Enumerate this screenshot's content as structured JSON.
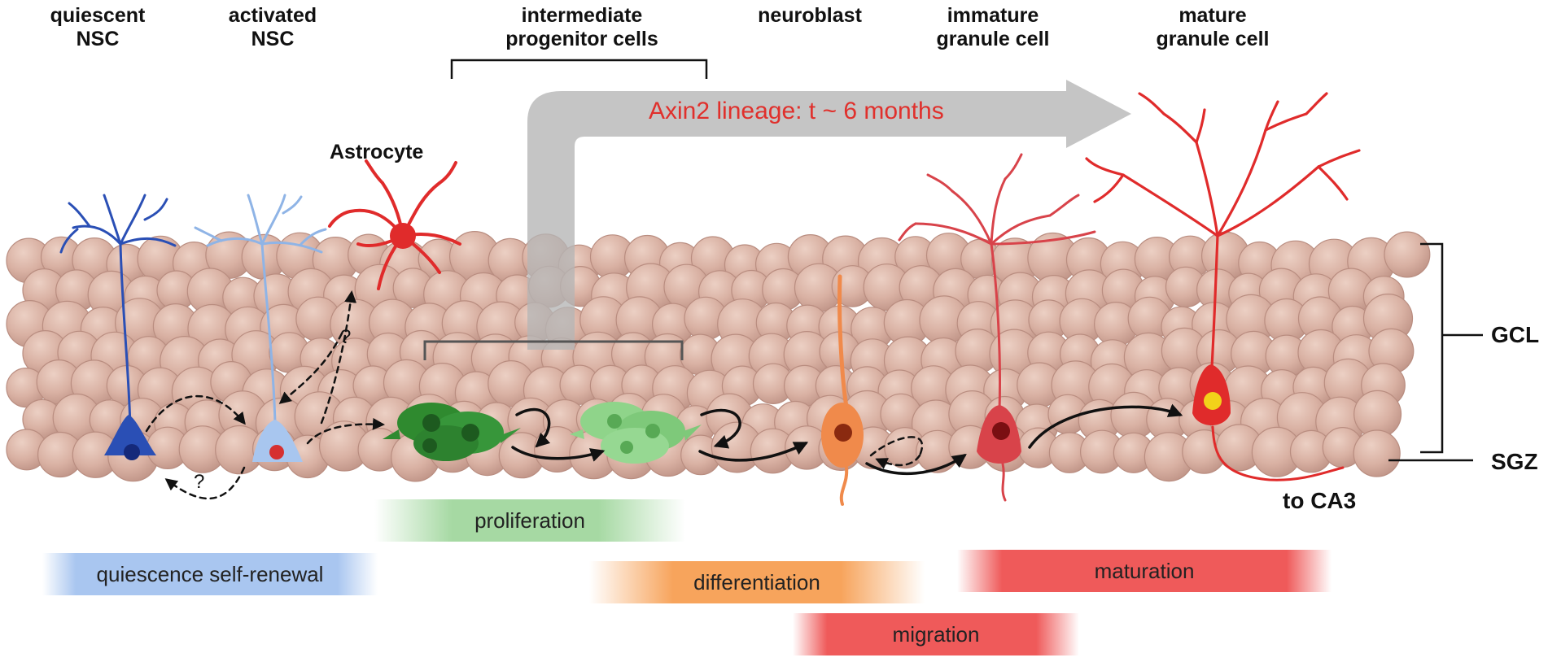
{
  "stages": {
    "quiescent": [
      "quiescent",
      "NSC"
    ],
    "activated": [
      "activated",
      "NSC"
    ],
    "ipc": [
      "intermediate",
      "progenitor cells"
    ],
    "neuroblast": [
      "neuroblast"
    ],
    "immature": [
      "immature",
      "granule cell"
    ],
    "mature": [
      "mature",
      "granule cell"
    ]
  },
  "astrocyte_label": "Astrocyte",
  "lineage_label": "Axin2 lineage: t ~ 6 months",
  "layers": {
    "gcl": "GCL",
    "sgz": "SGZ"
  },
  "projection_label": "to CA3",
  "uncertain_mark": "?",
  "processes": {
    "quiescence": "quiescence self-renewal",
    "proliferation": "proliferation",
    "differentiation": "differentiation",
    "migration": "migration",
    "maturation": "maturation"
  },
  "colors": {
    "tissue": "#d9b3a6",
    "quiescent_nsc": "#2a4fb5",
    "activated_nsc": "#8fb4e6",
    "astrocyte": "#e02b2b",
    "ipc_dark": "#2f8a2f",
    "ipc_light": "#8fd48a",
    "neuroblast": "#f08a4b",
    "granule": "#e02b2b",
    "lineage_arrow": "#bdbdbd",
    "lineage_text": "#e0302c",
    "bar_blue": "#a9c6f0",
    "bar_green": "#a6d9a3",
    "bar_orange": "#f7a45c",
    "bar_red": "#ef5a5a"
  }
}
